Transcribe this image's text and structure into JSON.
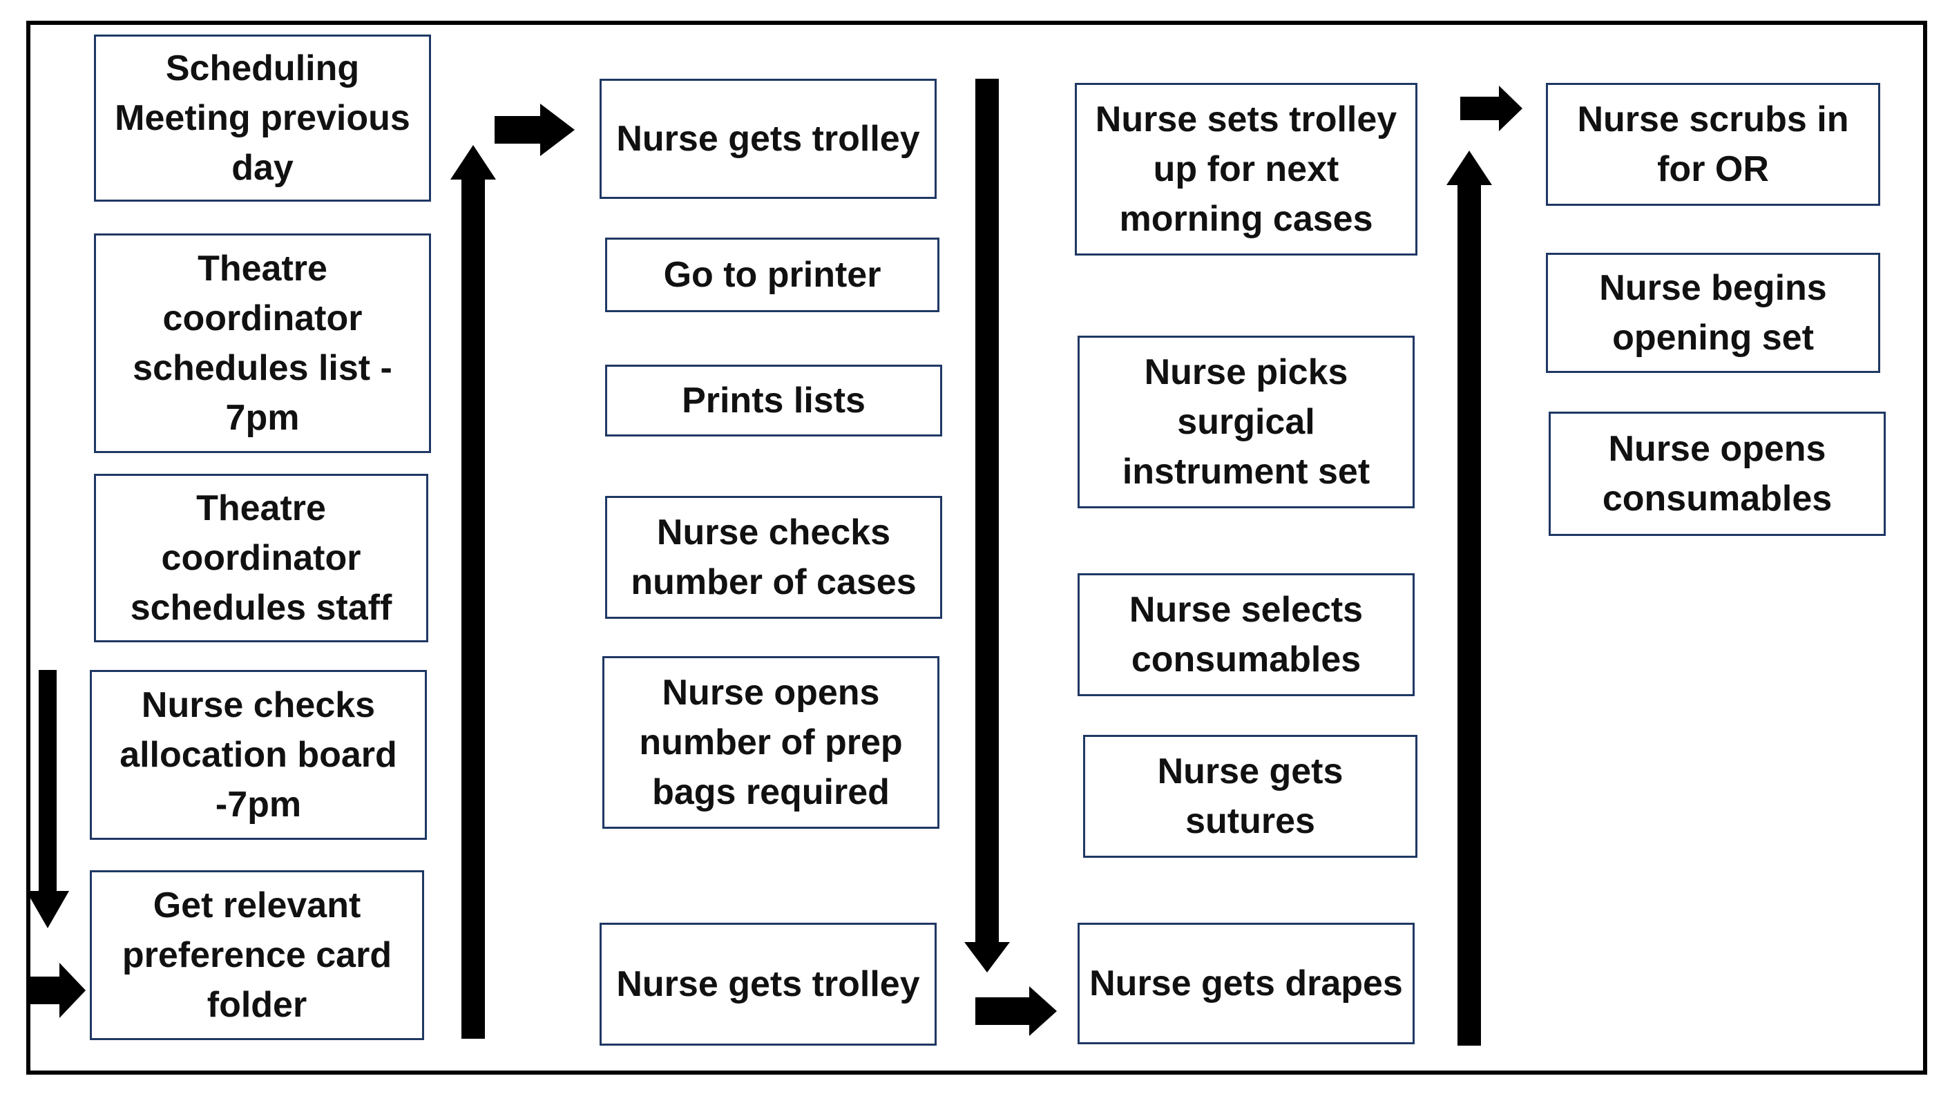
{
  "columns": [
    {
      "boxes": [
        "Scheduling Meeting previous day",
        "Theatre coordinator schedules list - 7pm",
        "Theatre coordinator schedules staff",
        "Nurse checks allocation board -7pm",
        "Get relevant preference card folder"
      ]
    },
    {
      "boxes": [
        "Nurse gets trolley",
        "Go to printer",
        "Prints lists",
        "Nurse checks number of cases",
        "Nurse opens number of prep bags required",
        "Nurse gets trolley"
      ]
    },
    {
      "boxes": [
        "Nurse sets trolley up for next morning cases",
        "Nurse picks surgical instrument set",
        "Nurse selects consumables",
        "Nurse gets sutures",
        "Nurse gets drapes"
      ]
    },
    {
      "boxes": [
        "Nurse scrubs in for OR",
        "Nurse begins opening set",
        "Nurse opens consumables"
      ]
    }
  ],
  "colors": {
    "box_border": "#1f3864",
    "arrow": "#000000",
    "frame": "#000000"
  }
}
